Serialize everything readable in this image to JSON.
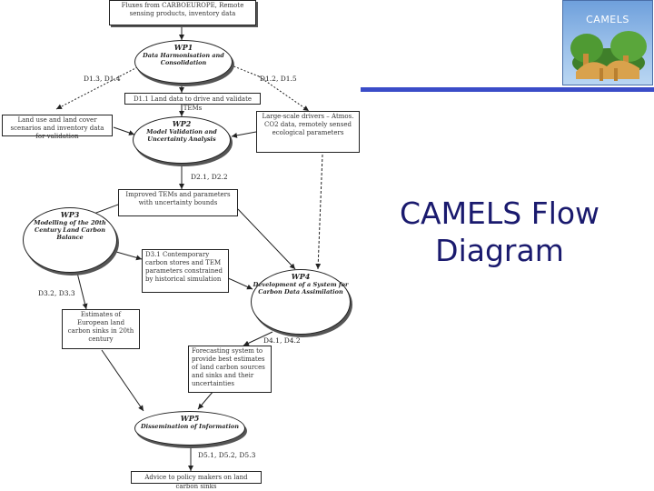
{
  "slide": {
    "title_line1": "CAMELS Flow",
    "title_line2": "Diagram",
    "logo_text": "CAMELS",
    "accent_color": "#3a4cc8"
  },
  "diagram": {
    "top_box": "Fluxes from CARBOEUROPE, Remote sensing products, inventory data",
    "wp1": {
      "id": "WP1",
      "text": "Data Harmonisation and Consolidation"
    },
    "d13_d14": "D1.3, D1.4",
    "d12_d15": "D1.2, D1.5",
    "d11_box": "D1.1 Land data to drive and validate TEMs",
    "left_validation_box": "Land use and land cover scenarios and inventory data for validation",
    "right_drivers_box": "Large-scale drivers – Atmos. CO2 data, remotely sensed ecological parameters",
    "wp2": {
      "id": "WP2",
      "text": "Model Validation and Uncertainty Analysis"
    },
    "d21_d22": "D2.1, D2.2",
    "improved_box": "Improved TEMs and parameters with uncertainty bounds",
    "wp3": {
      "id": "WP3",
      "text": "Modelling of the 20th Century Land Carbon Balance"
    },
    "d31_box": "D3.1 Contemporary carbon stores and TEM parameters constrained by historical simulation",
    "d32_d33": "D3.2, D3.3",
    "estimates_box": "Estimates of European land carbon sinks in 20th century",
    "wp4": {
      "id": "WP4",
      "text": "Development of a System for Carbon Data Assimilation"
    },
    "d41_d42": "D4.1, D4.2",
    "forecasting_box": "Forecasting system to provide best estimates of land carbon sources and sinks and their uncertainties",
    "wp5": {
      "id": "WP5",
      "text": "Dissemination of Information"
    },
    "d51_d53": "D5.1, D5.2, D5.3",
    "bottom_box": "Advice to policy makers on land carbon sinks"
  }
}
